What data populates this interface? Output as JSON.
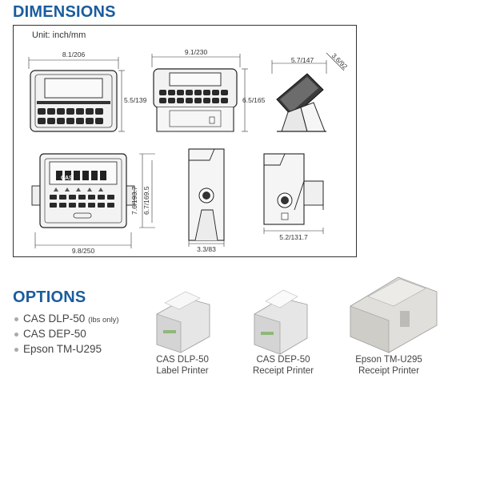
{
  "dimensions": {
    "heading": "DIMENSIONS",
    "unit": "Unit: inch/mm",
    "labels": {
      "front_width": "8.1/206",
      "front_height": "5.5/139",
      "side_width": "9.1/230",
      "side_height": "6.5/165",
      "angle_width": "5.7/147",
      "angle_diag": "3.6/92",
      "wall_width": "9.8/250",
      "wall_height_a": "7.6/193.7",
      "wall_height_b": "6.7/169.5",
      "bracket_depth": "3.3/83",
      "mount_depth": "5.2/131.7"
    },
    "display_brand": "CAS"
  },
  "options": {
    "heading": "OPTIONS",
    "items": [
      {
        "name": "CAS DLP-50",
        "note": "(lbs only)"
      },
      {
        "name": "CAS DEP-50",
        "note": ""
      },
      {
        "name": "Epson TM-U295",
        "note": ""
      }
    ],
    "printers": [
      {
        "line1": "CAS DLP-50",
        "line2": "Label Printer"
      },
      {
        "line1": "CAS DEP-50",
        "line2": "Receipt Printer"
      },
      {
        "line1": "Epson TM-U295",
        "line2": "Receipt Printer"
      }
    ]
  }
}
